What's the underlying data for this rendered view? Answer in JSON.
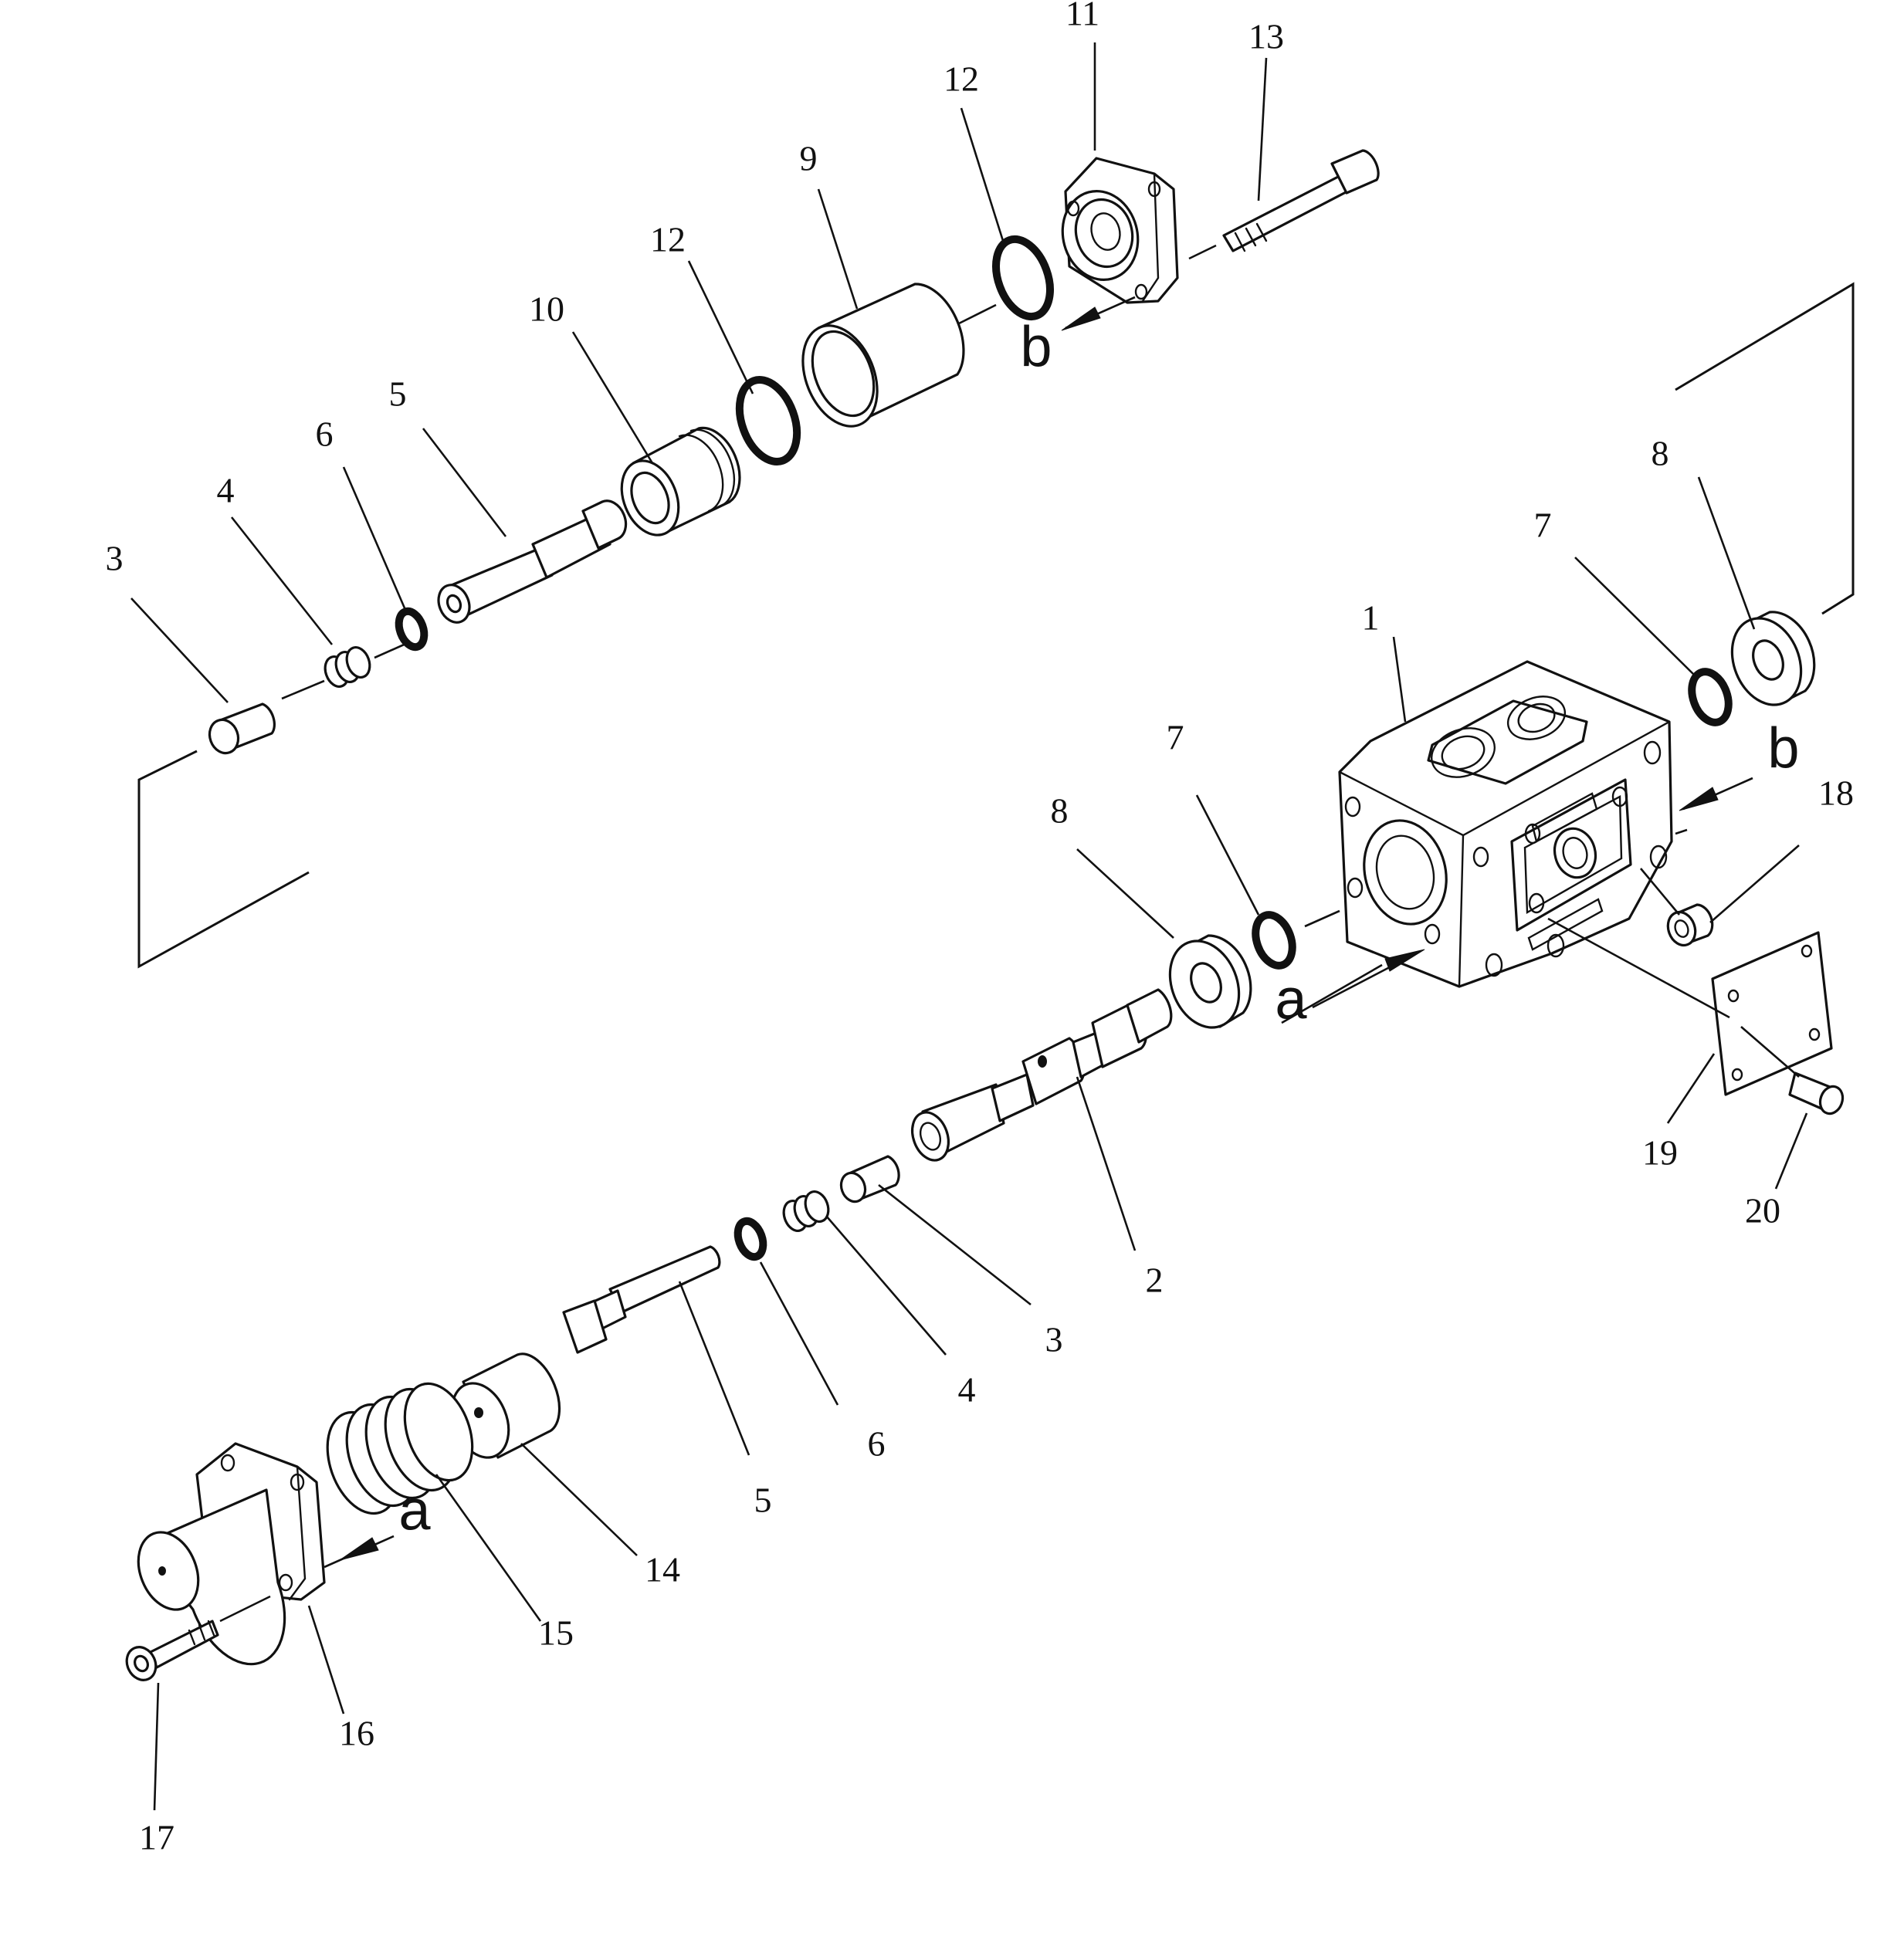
{
  "callouts": {
    "c1": "1",
    "c2": "2",
    "c3a": "3",
    "c3b": "3",
    "c4a": "4",
    "c4b": "4",
    "c5a": "5",
    "c5b": "5",
    "c6a": "6",
    "c6b": "6",
    "c7a": "7",
    "c7b": "7",
    "c8a": "8",
    "c8b": "8",
    "c9": "9",
    "c10": "10",
    "c11": "11",
    "c12a": "12",
    "c12b": "12",
    "c13": "13",
    "c14": "14",
    "c15": "15",
    "c16": "16",
    "c17": "17",
    "c18": "18",
    "c19": "19",
    "c20": "20"
  },
  "refs": {
    "b_upper": "b",
    "b_right": "b",
    "a_mid": "a",
    "a_lower": "a"
  }
}
